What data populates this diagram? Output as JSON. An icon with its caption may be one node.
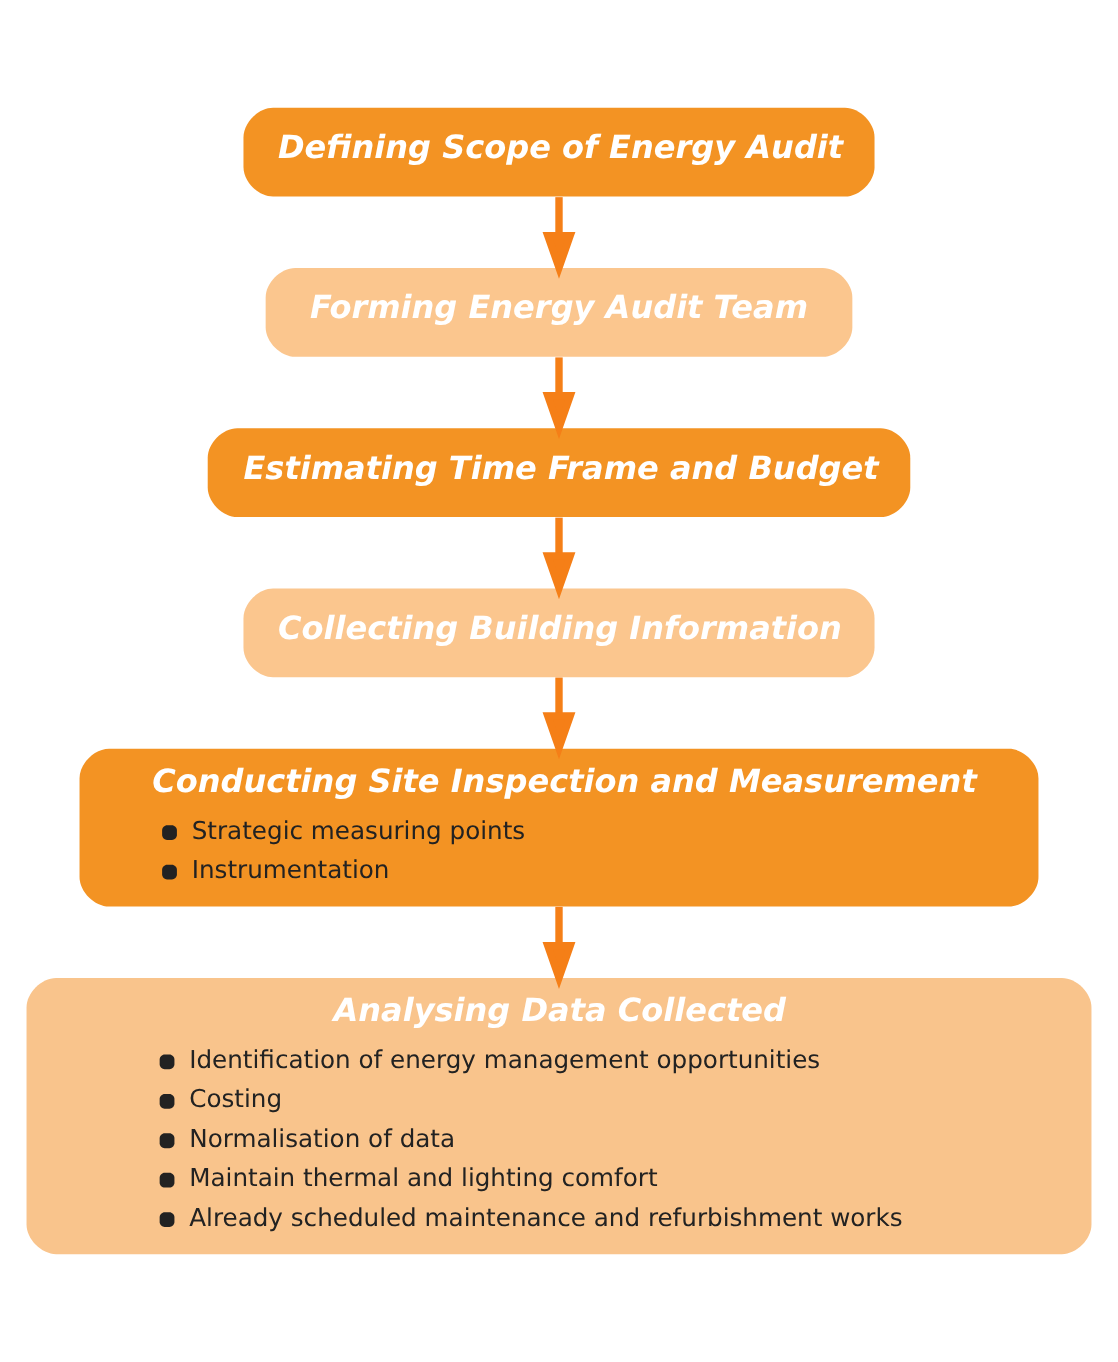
{
  "diagram": {
    "nodes": [
      {
        "text": [
          "Defining Scope of Energy Audit"
        ]
      },
      {
        "text": [
          "Forming Energy Audit Team"
        ]
      },
      {
        "text": [
          "Estimating Time Frame and Budget"
        ]
      },
      {
        "text": [
          "Collecting Building Information"
        ]
      },
      {
        "text": [
          "Conducting Site Inspection and Measurement",
          "Strategic measuring points",
          "Instrumentation"
        ]
      },
      {
        "text": [
          "Analysing Data Collected",
          "Identification of energy management opportunities",
          "Costing",
          "Normalisation of data",
          "Maintain thermal and lighting comfort",
          "Already scheduled maintenance and refurbishment works"
        ]
      }
    ],
    "edges": [
      {
        "from": 0,
        "to": 1,
        "arrow": "to"
      },
      {
        "from": 1,
        "to": 2,
        "arrow": "to"
      },
      {
        "from": 2,
        "to": 3,
        "arrow": "to"
      },
      {
        "from": 3,
        "to": 4,
        "arrow": "to"
      },
      {
        "from": 4,
        "to": 5,
        "arrow": "to"
      }
    ]
  }
}
